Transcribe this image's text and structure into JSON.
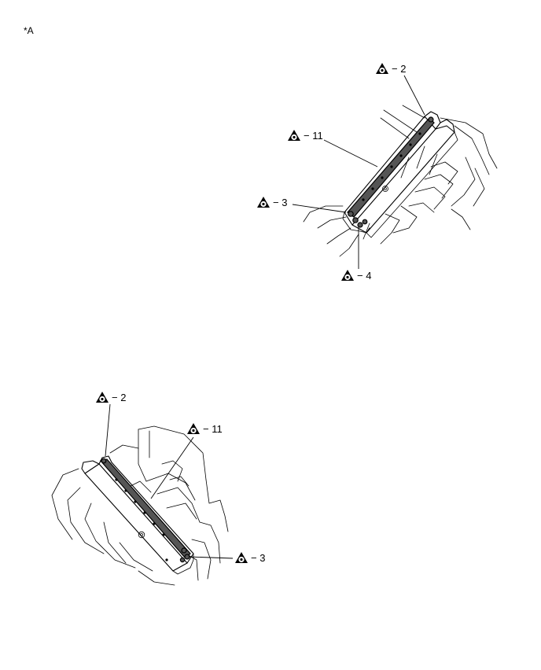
{
  "figure_label": "*A",
  "top_view": {
    "callouts": [
      {
        "id": "top-2",
        "text": "− 2"
      },
      {
        "id": "top-11",
        "text": "− 11"
      },
      {
        "id": "top-3",
        "text": "− 3"
      },
      {
        "id": "top-4",
        "text": "− 4"
      }
    ]
  },
  "bottom_view": {
    "callouts": [
      {
        "id": "bottom-2",
        "text": "− 2"
      },
      {
        "id": "bottom-11",
        "text": "− 11"
      },
      {
        "id": "bottom-3",
        "text": "− 3"
      }
    ]
  }
}
